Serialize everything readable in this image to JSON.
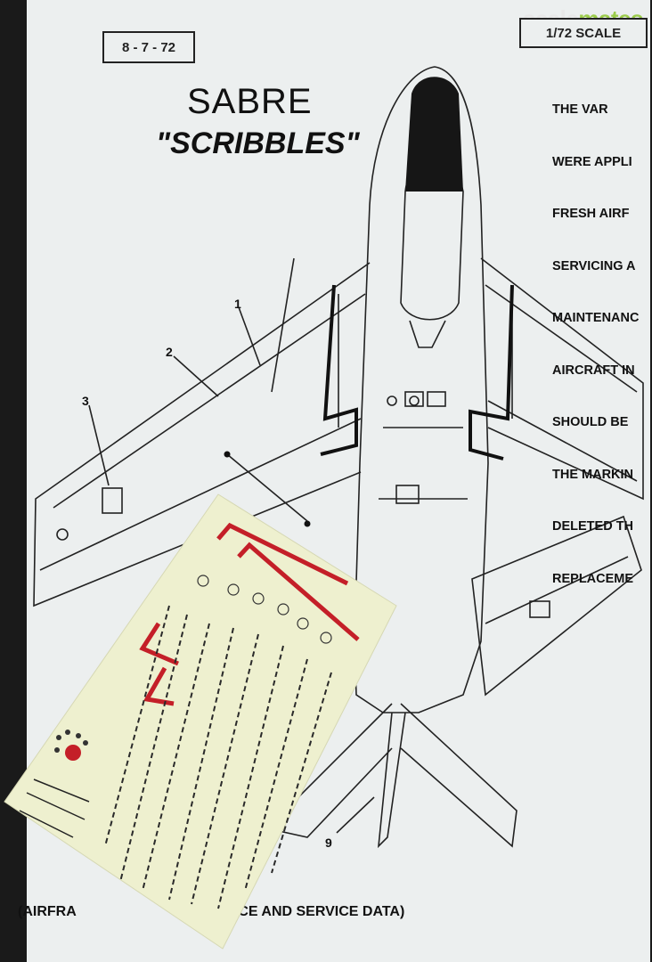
{
  "watermark": {
    "part1": "scale",
    "part2": "mates"
  },
  "sheet": {
    "code": "8 - 7 - 72",
    "scale": "1/72 SCALE",
    "title": "SABRE",
    "subtitle": "\"SCRIBBLES\"",
    "notes": [
      "THE VAR",
      "WERE APPLI",
      "FRESH AIRF",
      "SERVICING A",
      "MAINTENANC",
      "AIRCRAFT IN",
      "SHOULD BE",
      "THE MARKIN",
      "DELETED TH",
      "REPLACEME"
    ],
    "callouts": [
      "1",
      "2",
      "3",
      "9"
    ],
    "footer_left": "(AIRFRA",
    "footer_right": "NCE AND SERVICE DATA)"
  },
  "colors": {
    "paper": "#ecefef",
    "decal_film": "#eef0cf",
    "decal_red": "#c41f28",
    "ink": "#111111",
    "background": "#1a1a1a",
    "watermark_green": "#9ccc4c"
  },
  "icons": {
    "roundel": "roundel-icon",
    "aircraft": "aircraft-planform-drawing"
  }
}
